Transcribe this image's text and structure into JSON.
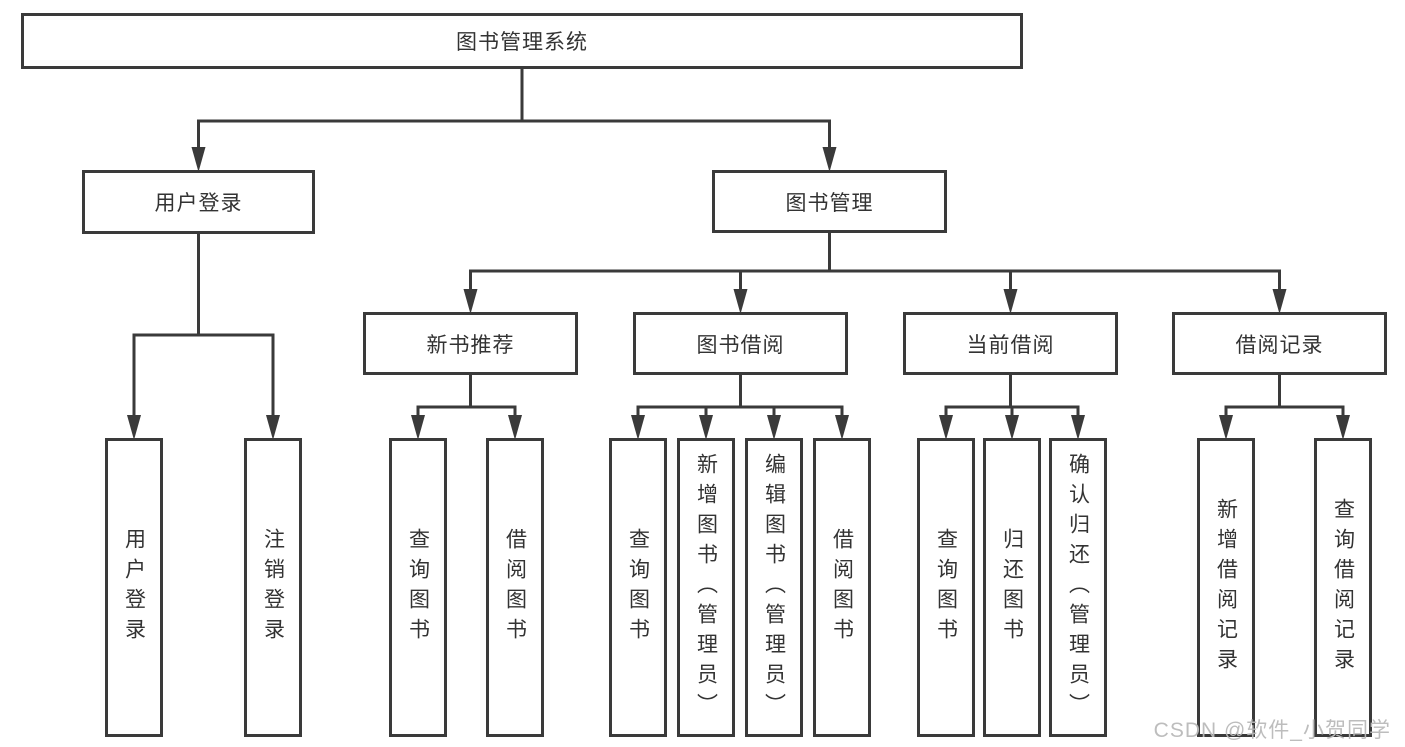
{
  "diagram": {
    "title": "图书管理系统",
    "nodes": [
      {
        "id": "root",
        "label": "图书管理系统",
        "parent": null
      },
      {
        "id": "user-login",
        "label": "用户登录",
        "parent": "root"
      },
      {
        "id": "book-management",
        "label": "图书管理",
        "parent": "root"
      },
      {
        "id": "login",
        "label": "用户登录",
        "parent": "user-login"
      },
      {
        "id": "logout",
        "label": "注销登录",
        "parent": "user-login"
      },
      {
        "id": "new-book-recommend",
        "label": "新书推荐",
        "parent": "book-management"
      },
      {
        "id": "book-borrowing",
        "label": "图书借阅",
        "parent": "book-management"
      },
      {
        "id": "current-borrowing",
        "label": "当前借阅",
        "parent": "book-management"
      },
      {
        "id": "borrowing-records",
        "label": "借阅记录",
        "parent": "book-management"
      },
      {
        "id": "recommend-query-books",
        "label": "查询图书",
        "parent": "new-book-recommend"
      },
      {
        "id": "recommend-borrow-books",
        "label": "借阅图书",
        "parent": "new-book-recommend"
      },
      {
        "id": "borrowing-query-books",
        "label": "查询图书",
        "parent": "book-borrowing"
      },
      {
        "id": "borrowing-add-books",
        "label": "新增图书（管理员）",
        "parent": "book-borrowing"
      },
      {
        "id": "borrowing-edit-books",
        "label": "编辑图书（管理员）",
        "parent": "book-borrowing"
      },
      {
        "id": "borrowing-borrow-books",
        "label": "借阅图书",
        "parent": "book-borrowing"
      },
      {
        "id": "current-query-books",
        "label": "查询图书",
        "parent": "current-borrowing"
      },
      {
        "id": "current-return-books",
        "label": "归还图书",
        "parent": "current-borrowing"
      },
      {
        "id": "current-confirm-return",
        "label": "确认归还（管理员）",
        "parent": "current-borrowing"
      },
      {
        "id": "records-add-record",
        "label": "新增借阅记录",
        "parent": "borrowing-records"
      },
      {
        "id": "records-query-record",
        "label": "查询借阅记录",
        "parent": "borrowing-records"
      }
    ]
  },
  "watermark": {
    "text": "CSDN @软件_小贺同学"
  },
  "colors": {
    "line": "#3a3a3a",
    "text": "#333333",
    "background": "#ffffff",
    "watermark": "#b9b9b9"
  }
}
